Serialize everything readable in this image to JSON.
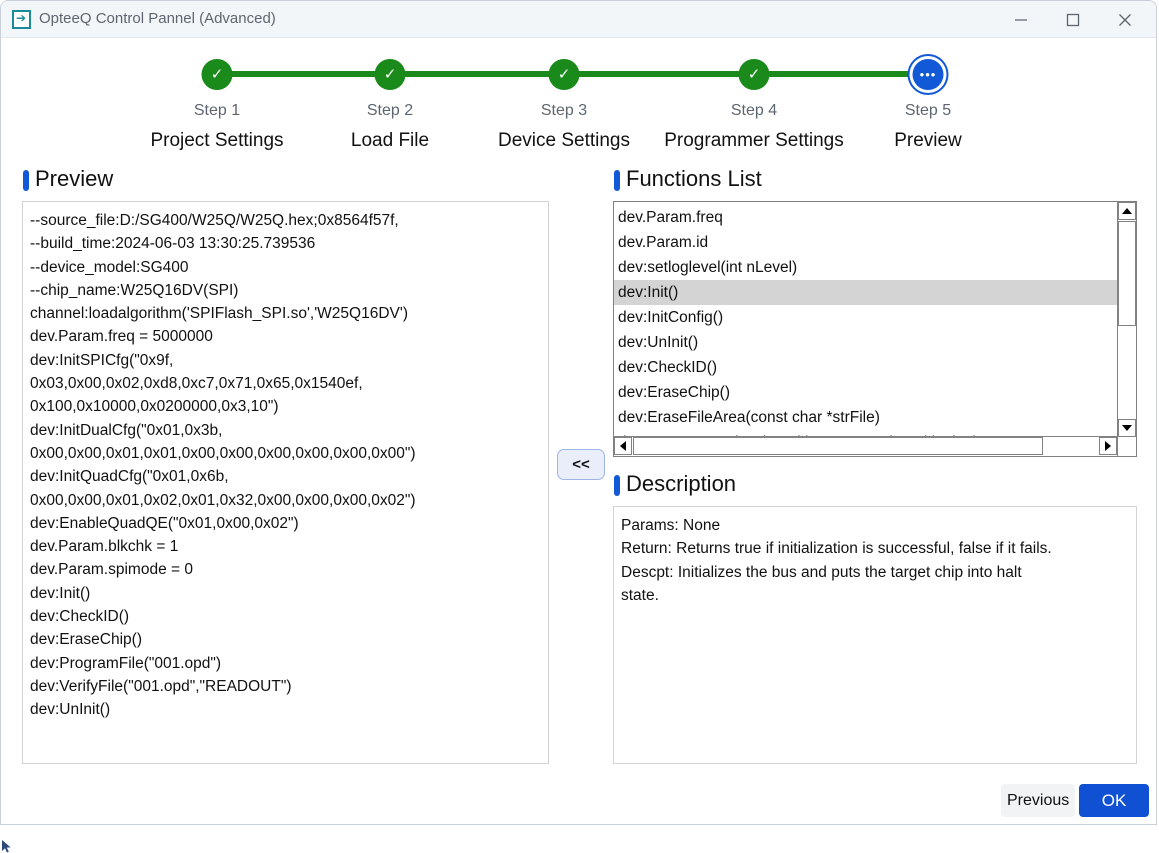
{
  "window": {
    "title": "OpteeQ Control Pannel (Advanced)",
    "icon": "app-icon",
    "controls": {
      "minimize": "minimize-icon",
      "maximize": "maximize-icon",
      "close": "close-icon"
    }
  },
  "stepper": {
    "steps": [
      {
        "num": "Step 1",
        "label": "Project Settings",
        "state": "done",
        "mark": "✓"
      },
      {
        "num": "Step 2",
        "label": "Load File",
        "state": "done",
        "mark": "✓"
      },
      {
        "num": "Step 3",
        "label": "Device Settings",
        "state": "done",
        "mark": "✓"
      },
      {
        "num": "Step 4",
        "label": "Programmer Settings",
        "state": "done",
        "mark": "✓"
      },
      {
        "num": "Step 5",
        "label": "Preview",
        "state": "active",
        "mark": "•••"
      }
    ],
    "done_color": "#1a8a1a",
    "active_color": "#1159d6"
  },
  "preview": {
    "heading": "Preview",
    "lines": [
      "--source_file:D:/SG400/W25Q/W25Q.hex;0x8564f57f,",
      "--build_time:2024-06-03 13:30:25.739536",
      "--device_model:SG400",
      "--chip_name:W25Q16DV(SPI)",
      "channel:loadalgorithm('SPIFlash_SPI.so','W25Q16DV')",
      "dev.Param.freq = 5000000",
      "dev:InitSPICfg(\"0x9f,",
      "0x03,0x00,0x02,0xd8,0xc7,0x71,0x65,0x1540ef,",
      "0x100,0x10000,0x0200000,0x3,10\")",
      "dev:InitDualCfg(\"0x01,0x3b,",
      "0x00,0x00,0x01,0x01,0x00,0x00,0x00,0x00,0x00,0x00\")",
      "dev:InitQuadCfg(\"0x01,0x6b,",
      "0x00,0x00,0x01,0x02,0x01,0x32,0x00,0x00,0x00,0x02\")",
      "dev:EnableQuadQE(\"0x01,0x00,0x02\")",
      "dev.Param.blkchk = 1",
      "dev.Param.spimode = 0",
      "dev:Init()",
      "dev:CheckID()",
      "dev:EraseChip()",
      "dev:ProgramFile(\"001.opd\")",
      "dev:VerifyFile(\"001.opd\",\"READOUT\")",
      "dev:UnInit()"
    ]
  },
  "functions": {
    "heading": "Functions List",
    "selected_index": 3,
    "items": [
      "dev.Param.freq",
      "dev.Param.id",
      "dev:setloglevel(int nLevel)",
      "dev:Init()",
      "dev:InitConfig()",
      "dev:UnInit()",
      "dev:CheckID()",
      "dev:EraseChip()",
      "dev:EraseFileArea(const char *strFile)",
      "dev:EraseSector(unsigned int start, unsigned int len)"
    ],
    "scrollbars": {
      "vertical": {
        "up": "scroll-up-icon",
        "down": "scroll-down-icon"
      },
      "horizontal": {
        "left": "scroll-left-icon",
        "right": "scroll-right-icon"
      }
    }
  },
  "description": {
    "heading": "Description",
    "lines": [
      "Params: None",
      "Return: Returns true if initialization is successful, false if it fails.",
      "Descpt: Initializes the bus and puts the target chip into halt",
      "state."
    ]
  },
  "transfer": {
    "label": "<<"
  },
  "footer": {
    "previous": "Previous",
    "ok": "OK"
  }
}
